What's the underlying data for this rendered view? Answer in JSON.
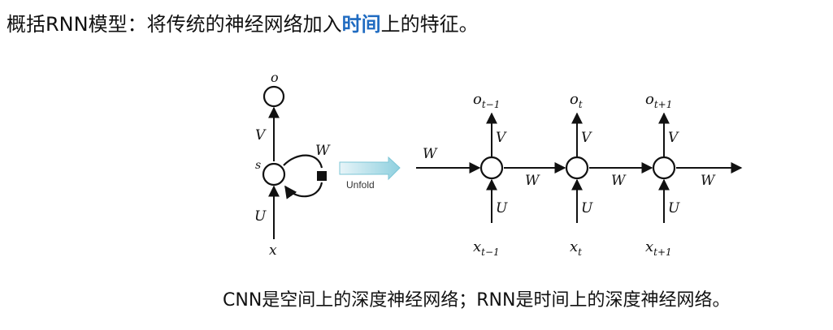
{
  "headline": {
    "prefix": "概括RNN模型：将传统的神经网络加入",
    "emphasis": "时间",
    "suffix": "上的特征。",
    "emphasis_color": "#1f6bc1"
  },
  "diagram": {
    "rolled": {
      "output": "o",
      "state": "s",
      "input": "x",
      "weight_v": "V",
      "weight_u": "U",
      "weight_w": "W"
    },
    "unfold_label": "Unfold",
    "unrolled": {
      "left_w": "W",
      "steps": [
        {
          "o": "o",
          "x": "x",
          "sub": "t−1",
          "v": "V",
          "u": "U",
          "w": "W"
        },
        {
          "o": "o",
          "x": "x",
          "sub": "t",
          "v": "V",
          "u": "U",
          "w": "W"
        },
        {
          "o": "o",
          "x": "x",
          "sub": "t+1",
          "v": "V",
          "u": "U",
          "w": "W"
        }
      ]
    }
  },
  "caption": "CNN是空间上的深度神经网络；RNN是时间上的深度神经网络。"
}
